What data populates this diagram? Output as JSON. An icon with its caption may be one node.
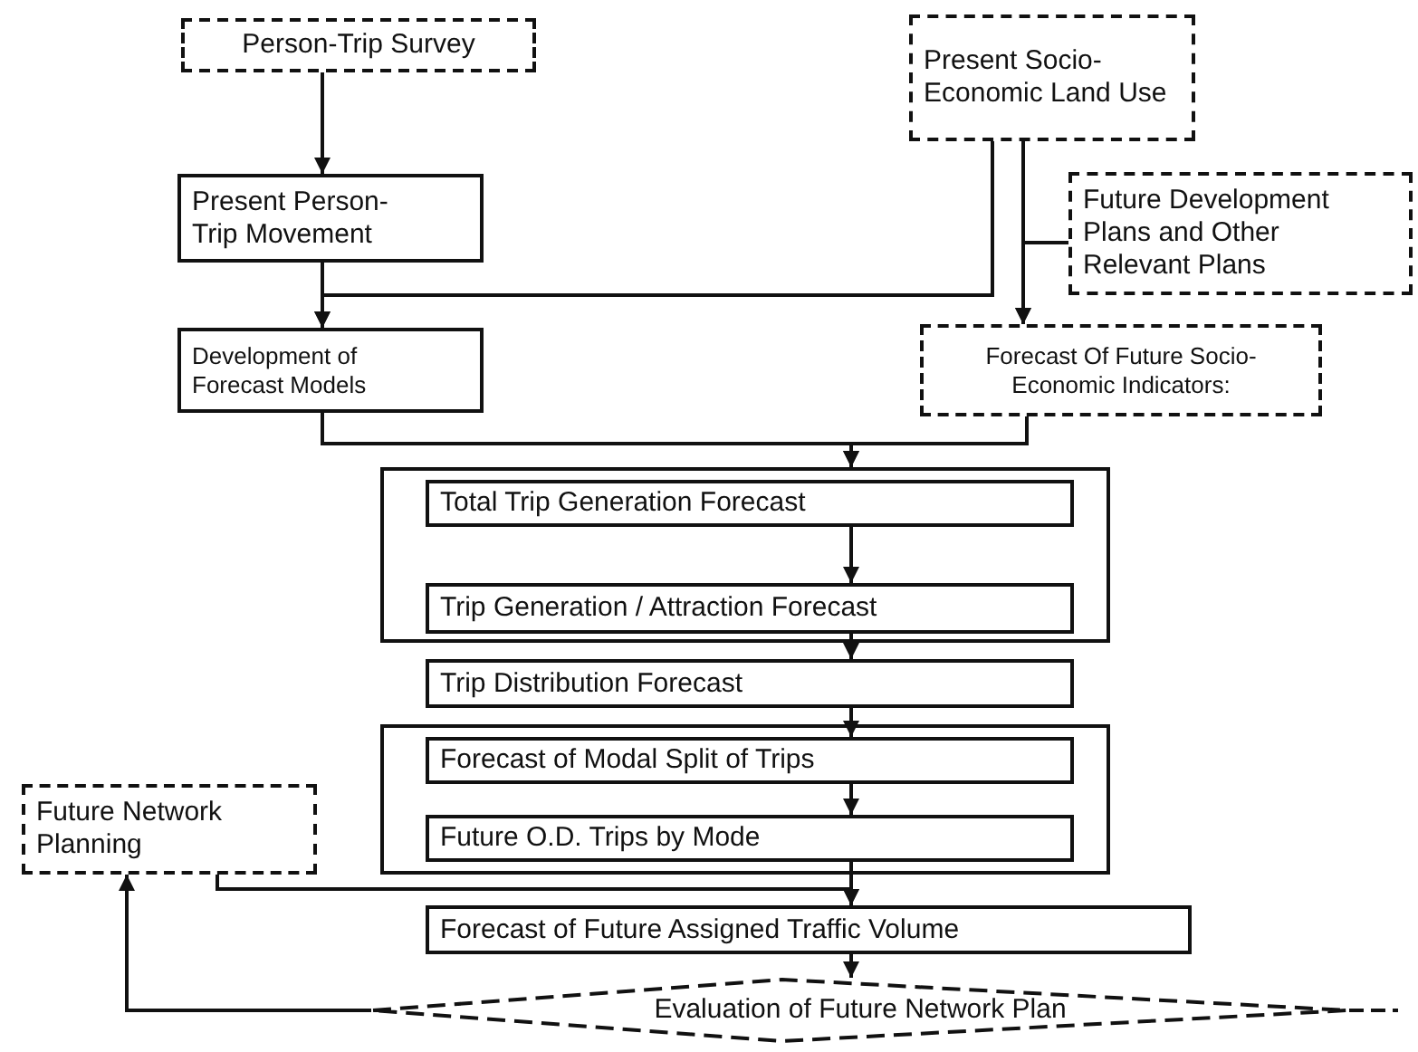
{
  "diagram": {
    "nodes": [
      {
        "text": [
          "Person-Trip Survey"
        ]
      },
      {
        "text": [
          "Present Person-Trip Movement"
        ]
      },
      {
        "text": [
          "Development of Forecast Models"
        ]
      },
      {
        "text": [
          "Present Socio-Economic Land Use"
        ]
      },
      {
        "text": [
          "Future Development Plans and Other Relevant Plans"
        ]
      },
      {
        "text": [
          "Forecast Of Future Socio-Economic Indicators:"
        ]
      },
      {
        "text": [],
        "shape": "box"
      },
      {
        "text": [
          "Total Trip Generation Forecast"
        ],
        "in": 6
      },
      {
        "text": [
          "Trip Generation / Attraction Forecast"
        ],
        "in": 6
      },
      {
        "text": [
          "Trip Distribution Forecast"
        ]
      },
      {
        "text": [],
        "shape": "box"
      },
      {
        "text": [
          "Forecast of Modal Split of Trips"
        ],
        "in": 10
      },
      {
        "text": [
          "Future O.D. Trips by Mode"
        ],
        "in": 10
      },
      {
        "text": [
          "Future Network Planning"
        ]
      },
      {
        "text": [
          "Forecast of Future Assigned Traffic Volume"
        ]
      },
      {
        "text": [
          "Evaluation of Future Network Plan"
        ]
      }
    ],
    "edges": [
      {
        "from": 0,
        "to": 1,
        "arrow": "to"
      },
      {
        "from": 1,
        "to": 2,
        "arrow": "to"
      },
      {
        "from": 3,
        "to": 2,
        "arrow": "to"
      },
      {
        "from": 3,
        "to": 5,
        "arrow": "to"
      },
      {
        "from": 4,
        "to": 5,
        "arrow": "to"
      },
      {
        "from": 2,
        "to": 6,
        "arrow": "to"
      },
      {
        "from": 5,
        "to": 6,
        "arrow": "to"
      },
      {
        "from": 7,
        "to": 8,
        "arrow": "to"
      },
      {
        "from": 8,
        "to": 9,
        "arrow": "to"
      },
      {
        "from": 9,
        "to": 11,
        "arrow": "to"
      },
      {
        "from": 11,
        "to": 12,
        "arrow": "to"
      },
      {
        "from": 12,
        "to": 14,
        "arrow": "to"
      },
      {
        "from": 13,
        "to": 14,
        "arrow": "to"
      },
      {
        "from": 14,
        "to": 15,
        "arrow": "to"
      },
      {
        "from": 15,
        "to": 13,
        "arrow": "to"
      },
      {
        "from": 15,
        "to": null,
        "arrow": "none",
        "style": "dashed"
      }
    ]
  }
}
